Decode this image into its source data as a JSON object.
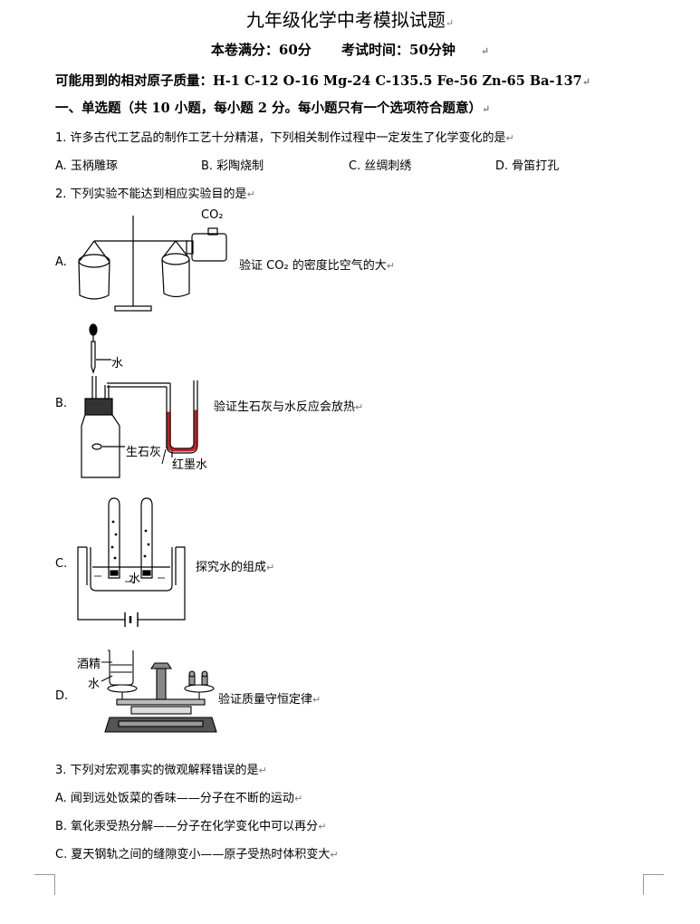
{
  "header": {
    "title": "九年级化学中考模拟试题",
    "full_score": "本卷满分：60分",
    "exam_time": "考试时间：50分钟"
  },
  "atomic_masses": "可能用到的相对原子质量：H-1  C-12   O-16   Mg-24   C-135.5   Fe-56   Zn-65   Ba-137",
  "section1": {
    "heading": "一、单选题（共 10 小题，每小题 2 分。每小题只有一个选项符合题意）"
  },
  "q1": {
    "stem": "1. 许多古代工艺品的制作工艺十分精湛，下列相关制作过程中一定发生了化学变化的是",
    "options": [
      "A.  玉柄雕琢",
      "B.  彩陶烧制",
      "C.  丝绸刺绣",
      "D.  骨笛打孔"
    ]
  },
  "q2": {
    "stem": "2. 下列实验不能达到相应实验目的是",
    "options": [
      {
        "letter": "A.",
        "desc": "验证 CO₂ 的密度比空气的大",
        "labels": [
          "CO₂"
        ]
      },
      {
        "letter": "B.",
        "desc": "验证生石灰与水反应会放热",
        "labels": [
          "水",
          "生石灰",
          "红墨水"
        ]
      },
      {
        "letter": "C.",
        "desc": "探究水的组成",
        "labels": [
          "水"
        ]
      },
      {
        "letter": "D.",
        "desc": "验证质量守恒定律",
        "labels": [
          "酒精",
          "水"
        ]
      }
    ]
  },
  "q3": {
    "stem": "3. 下列对宏观事实的微观解释错误的是",
    "options": [
      "A.  闻到远处饭菜的香味——分子在不断的运动",
      "B.  氧化汞受热分解——分子在化学变化中可以再分",
      "C.  夏天钢轨之间的缝隙变小——原子受热时体积变大"
    ]
  },
  "colors": {
    "red_ink": "#c0202a",
    "text": "#000000"
  }
}
